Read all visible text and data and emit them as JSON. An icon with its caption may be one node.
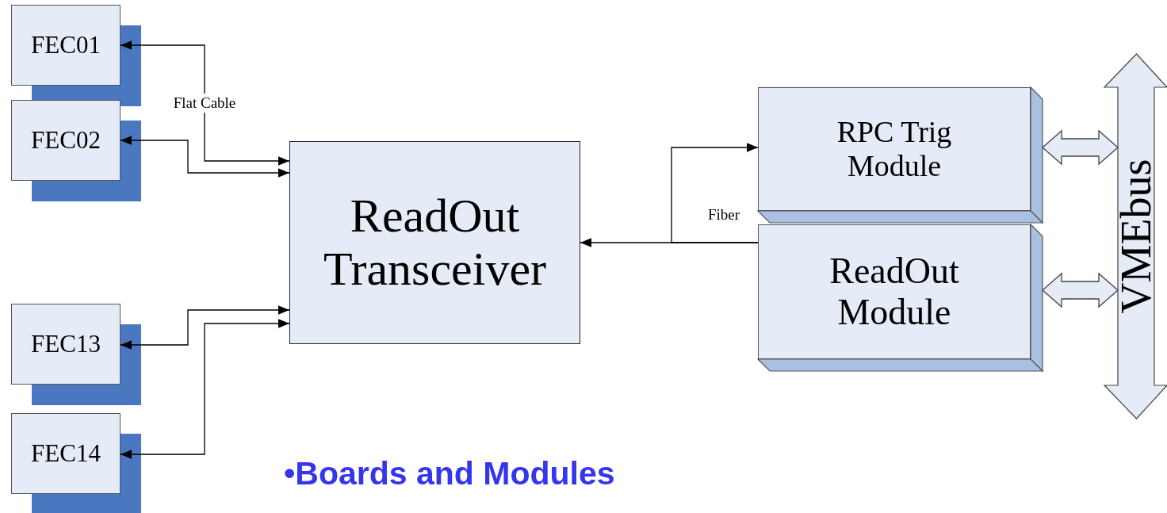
{
  "diagram": {
    "nodes": [
      {
        "text": [
          "FEC01"
        ]
      },
      {
        "text": [
          "FEC02"
        ]
      },
      {
        "text": [
          "FEC13"
        ]
      },
      {
        "text": [
          "FEC14"
        ]
      },
      {
        "text": [
          "ReadOut Transceiver"
        ]
      },
      {
        "text": [
          "RPC Trig Module"
        ]
      },
      {
        "text": [
          "ReadOut Module"
        ]
      },
      {
        "text": [
          "VMEbus"
        ]
      }
    ],
    "edges": [
      {
        "from": 4,
        "to": 0,
        "arrow": "both",
        "label": "Flat Cable"
      },
      {
        "from": 4,
        "to": 1,
        "arrow": "both"
      },
      {
        "from": 4,
        "to": 2,
        "arrow": "both"
      },
      {
        "from": 4,
        "to": 3,
        "arrow": "both"
      },
      {
        "from": 6,
        "to": 4,
        "arrow": "to",
        "label": "Fiber"
      },
      {
        "from": 6,
        "to": 5,
        "arrow": "to"
      },
      {
        "from": 5,
        "to": 7,
        "arrow": "both"
      },
      {
        "from": 6,
        "to": 7,
        "arrow": "both"
      }
    ],
    "labels": [
      "•Boards and Modules"
    ]
  }
}
